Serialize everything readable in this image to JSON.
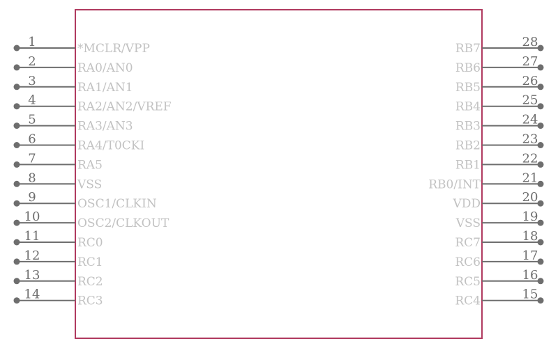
{
  "component": {
    "left_pins": [
      {
        "number": "1",
        "name": "*MCLR/VPP"
      },
      {
        "number": "2",
        "name": "RA0/AN0"
      },
      {
        "number": "3",
        "name": "RA1/AN1"
      },
      {
        "number": "4",
        "name": "RA2/AN2/VREF"
      },
      {
        "number": "5",
        "name": "RA3/AN3"
      },
      {
        "number": "6",
        "name": "RA4/T0CKI"
      },
      {
        "number": "7",
        "name": "RA5"
      },
      {
        "number": "8",
        "name": "VSS"
      },
      {
        "number": "9",
        "name": "OSC1/CLKIN"
      },
      {
        "number": "10",
        "name": "OSC2/CLKOUT"
      },
      {
        "number": "11",
        "name": "RC0"
      },
      {
        "number": "12",
        "name": "RC1"
      },
      {
        "number": "13",
        "name": "RC2"
      },
      {
        "number": "14",
        "name": "RC3"
      }
    ],
    "right_pins": [
      {
        "number": "28",
        "name": "RB7"
      },
      {
        "number": "27",
        "name": "RB6"
      },
      {
        "number": "26",
        "name": "RB5"
      },
      {
        "number": "25",
        "name": "RB4"
      },
      {
        "number": "24",
        "name": "RB3"
      },
      {
        "number": "23",
        "name": "RB2"
      },
      {
        "number": "22",
        "name": "RB1"
      },
      {
        "number": "21",
        "name": "RB0/INT"
      },
      {
        "number": "20",
        "name": "VDD"
      },
      {
        "number": "19",
        "name": "VSS"
      },
      {
        "number": "18",
        "name": "RC7"
      },
      {
        "number": "17",
        "name": "RC6"
      },
      {
        "number": "16",
        "name": "RC5"
      },
      {
        "number": "15",
        "name": "RC4"
      }
    ]
  },
  "colors": {
    "body_outline": "#b03a5f",
    "pin": "#6e6e6e",
    "pin_name": "#c2c2c2"
  }
}
